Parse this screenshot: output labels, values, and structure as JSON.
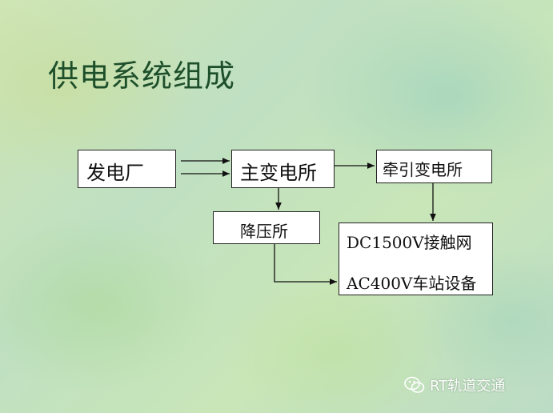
{
  "title": "供电系统组成",
  "diagram": {
    "power_plant": "发电厂",
    "main_substation": "主变电所",
    "traction_substation": "牵引变电所",
    "step_down_substation": "降压所",
    "output_line1": "DC1500V接触网",
    "output_line2": "AC400V车站设备"
  },
  "watermark": {
    "icon": "wechat-icon",
    "text": "RT轨道交通"
  }
}
